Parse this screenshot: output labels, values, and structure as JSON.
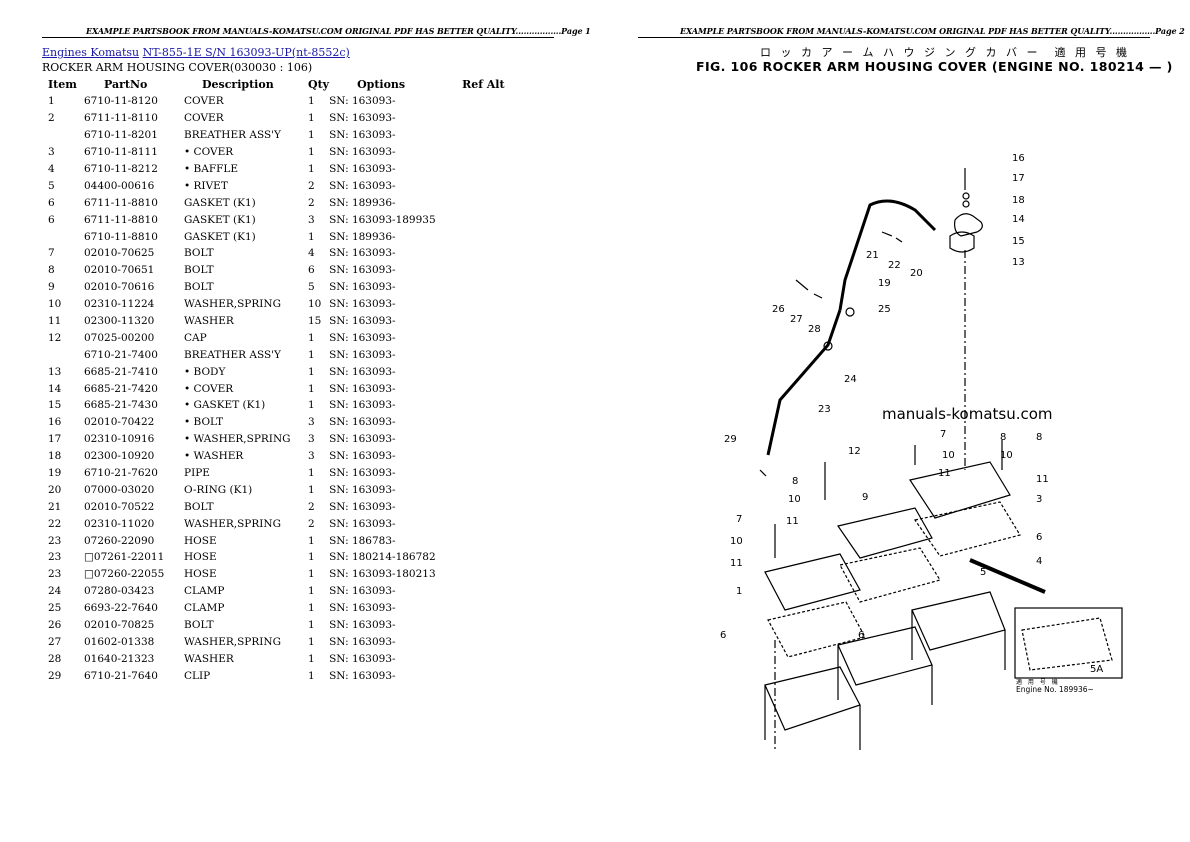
{
  "header": {
    "page1": "EXAMPLE PARTSBOOK FROM MANUALS-KOMATSU.COM ORIGINAL PDF HAS BETTER QUALITY.................Page 1",
    "page2": "EXAMPLE PARTSBOOK FROM MANUALS-KOMATSU.COM ORIGINAL PDF HAS BETTER QUALITY.................Page 2"
  },
  "breadcrumb": {
    "link1": "Engines Komatsu",
    "link2": "NT-855-1E S/N 163093-UP(nt-8552c)"
  },
  "subtitle": "ROCKER ARM HOUSING COVER(030030 : 106)",
  "table": {
    "headers": {
      "item": "Item",
      "partno": "PartNo",
      "description": "Description",
      "qty": "Qty",
      "options": "Options",
      "refalt": "Ref Alt"
    },
    "rows": [
      {
        "item": "1",
        "partno": "6710-11-8120",
        "desc": "COVER",
        "qty": "1",
        "opt": "SN: 163093-"
      },
      {
        "item": "2",
        "partno": "6711-11-8110",
        "desc": "COVER",
        "qty": "1",
        "opt": "SN: 163093-"
      },
      {
        "item": "",
        "partno": "6710-11-8201",
        "desc": "BREATHER ASS'Y",
        "qty": "1",
        "opt": "SN: 163093-"
      },
      {
        "item": "3",
        "partno": "6710-11-8111",
        "desc": "• COVER",
        "qty": "1",
        "opt": "SN: 163093-"
      },
      {
        "item": "4",
        "partno": "6710-11-8212",
        "desc": "• BAFFLE",
        "qty": "1",
        "opt": "SN: 163093-"
      },
      {
        "item": "5",
        "partno": "04400-00616",
        "desc": "• RIVET",
        "qty": "2",
        "opt": "SN: 163093-"
      },
      {
        "item": "6",
        "partno": "6711-11-8810",
        "desc": "GASKET (K1)",
        "qty": "2",
        "opt": "SN: 189936-"
      },
      {
        "item": "6",
        "partno": "6711-11-8810",
        "desc": "GASKET (K1)",
        "qty": "3",
        "opt": "SN: 163093-189935"
      },
      {
        "item": "",
        "partno": "6710-11-8810",
        "desc": "GASKET (K1)",
        "qty": "1",
        "opt": "SN: 189936-"
      },
      {
        "item": "7",
        "partno": "02010-70625",
        "desc": "BOLT",
        "qty": "4",
        "opt": "SN: 163093-"
      },
      {
        "item": "8",
        "partno": "02010-70651",
        "desc": "BOLT",
        "qty": "6",
        "opt": "SN: 163093-"
      },
      {
        "item": "9",
        "partno": "02010-70616",
        "desc": "BOLT",
        "qty": "5",
        "opt": "SN: 163093-"
      },
      {
        "item": "10",
        "partno": "02310-11224",
        "desc": "WASHER,SPRING",
        "qty": "10",
        "opt": "SN: 163093-"
      },
      {
        "item": "11",
        "partno": "02300-11320",
        "desc": "WASHER",
        "qty": "15",
        "opt": "SN: 163093-"
      },
      {
        "item": "12",
        "partno": "07025-00200",
        "desc": "CAP",
        "qty": "1",
        "opt": "SN: 163093-"
      },
      {
        "item": "",
        "partno": "6710-21-7400",
        "desc": "BREATHER ASS'Y",
        "qty": "1",
        "opt": "SN: 163093-"
      },
      {
        "item": "13",
        "partno": "6685-21-7410",
        "desc": "• BODY",
        "qty": "1",
        "opt": "SN: 163093-"
      },
      {
        "item": "14",
        "partno": "6685-21-7420",
        "desc": "• COVER",
        "qty": "1",
        "opt": "SN: 163093-"
      },
      {
        "item": "15",
        "partno": "6685-21-7430",
        "desc": "• GASKET (K1)",
        "qty": "1",
        "opt": "SN: 163093-"
      },
      {
        "item": "16",
        "partno": "02010-70422",
        "desc": "• BOLT",
        "qty": "3",
        "opt": "SN: 163093-"
      },
      {
        "item": "17",
        "partno": "02310-10916",
        "desc": "• WASHER,SPRING",
        "qty": "3",
        "opt": "SN: 163093-"
      },
      {
        "item": "18",
        "partno": "02300-10920",
        "desc": "• WASHER",
        "qty": "3",
        "opt": "SN: 163093-"
      },
      {
        "item": "19",
        "partno": "6710-21-7620",
        "desc": "PIPE",
        "qty": "1",
        "opt": "SN: 163093-"
      },
      {
        "item": "20",
        "partno": "07000-03020",
        "desc": "O-RING (K1)",
        "qty": "1",
        "opt": "SN: 163093-"
      },
      {
        "item": "21",
        "partno": "02010-70522",
        "desc": "BOLT",
        "qty": "2",
        "opt": "SN: 163093-"
      },
      {
        "item": "22",
        "partno": "02310-11020",
        "desc": "WASHER,SPRING",
        "qty": "2",
        "opt": "SN: 163093-"
      },
      {
        "item": "23",
        "partno": "07260-22090",
        "desc": "HOSE",
        "qty": "1",
        "opt": "SN: 186783-"
      },
      {
        "item": "23",
        "partno": "□07261-22011",
        "desc": "HOSE",
        "qty": "1",
        "opt": "SN: 180214-186782"
      },
      {
        "item": "23",
        "partno": "□07260-22055",
        "desc": "HOSE",
        "qty": "1",
        "opt": "SN: 163093-180213"
      },
      {
        "item": "24",
        "partno": "07280-03423",
        "desc": "CLAMP",
        "qty": "1",
        "opt": "SN: 163093-"
      },
      {
        "item": "25",
        "partno": "6693-22-7640",
        "desc": "CLAMP",
        "qty": "1",
        "opt": "SN: 163093-"
      },
      {
        "item": "26",
        "partno": "02010-70825",
        "desc": "BOLT",
        "qty": "1",
        "opt": "SN: 163093-"
      },
      {
        "item": "27",
        "partno": "01602-01338",
        "desc": "WASHER,SPRING",
        "qty": "1",
        "opt": "SN: 163093-"
      },
      {
        "item": "28",
        "partno": "01640-21323",
        "desc": "WASHER",
        "qty": "1",
        "opt": "SN: 163093-"
      },
      {
        "item": "29",
        "partno": "6710-21-7640",
        "desc": "CLIP",
        "qty": "1",
        "opt": "SN: 163093-"
      }
    ]
  },
  "figure": {
    "title_jp": "ロ ッ カ ア ー ム ハ ウ ジ ン グ カ バ ー　適 用 号 機",
    "title": "FIG. 106  ROCKER ARM HOUSING COVER (ENGINE NO. 180214 —  )",
    "watermark": "manuals-komatsu.com",
    "inset_jp": "適 用 号 機",
    "inset_label": "Engine No. 189936~",
    "callouts": [
      "16",
      "17",
      "18",
      "14",
      "15",
      "13",
      "21",
      "22",
      "20",
      "19",
      "26",
      "27",
      "28",
      "25",
      "24",
      "23",
      "29",
      "7",
      "8",
      "10",
      "11",
      "12",
      "9",
      "8",
      "10",
      "11",
      "3",
      "6",
      "4",
      "5",
      "7",
      "10",
      "11",
      "8",
      "10",
      "11",
      "1",
      "6",
      "6",
      "5A"
    ]
  }
}
